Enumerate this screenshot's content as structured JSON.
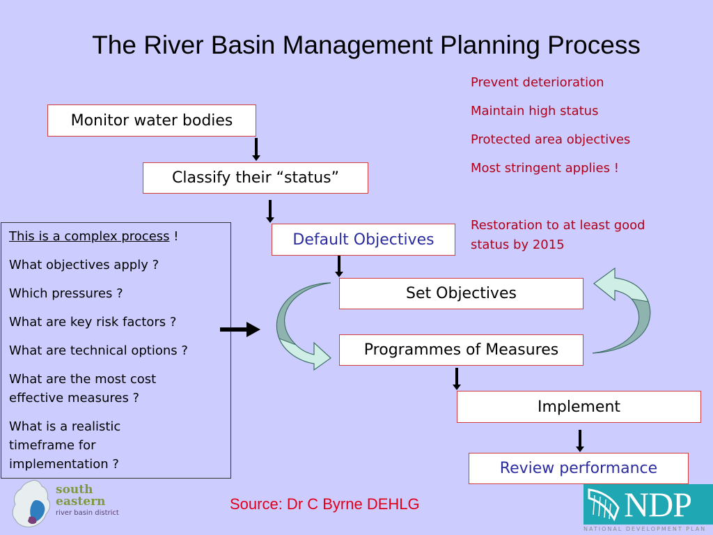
{
  "title": "The River Basin Management Planning Process",
  "boxes": {
    "monitor": "Monitor water bodies",
    "classify": "Classify their “status”",
    "default": "Default Objectives",
    "set": "Set Objectives",
    "programmes": "Programmes of Measures",
    "implement": "Implement",
    "review": "Review performance"
  },
  "objectives": {
    "items": [
      "Prevent  deterioration",
      "Maintain high status",
      "Protected area objectives",
      "Most stringent applies !"
    ],
    "restoration_line1": "Restoration to at least good",
    "restoration_line2": "status by 2015"
  },
  "complex": {
    "heading": "This is a complex process",
    "heading_suffix": " !",
    "q1": "What objectives apply ?",
    "q2": "Which pressures ?",
    "q3": "What are key risk factors ?",
    "q4": "What are technical options ?",
    "q5_line1": "What are the most cost",
    "q5_line2": "effective measures ?",
    "q6_line1": "What is a realistic",
    "q6_line2": "timeframe for",
    "q6_line3": "implementation ?"
  },
  "source": "Source: Dr C Byrne DEHLG",
  "logos": {
    "sern_line1": "south",
    "sern_line2": "eastern",
    "sern_line3": "river basin district",
    "ndp": "NDP",
    "ndp_sub": "NATIONAL DEVELOPMENT PLAN"
  },
  "colors": {
    "background": "#ccccff",
    "box_border": "#d23c3c",
    "red_text": "#b0001a",
    "blue_text": "#2b2ba0",
    "cycle_arrow": "#cfeee6",
    "source_text": "#e0001a",
    "ndp_teal": "#1fa8b3"
  }
}
